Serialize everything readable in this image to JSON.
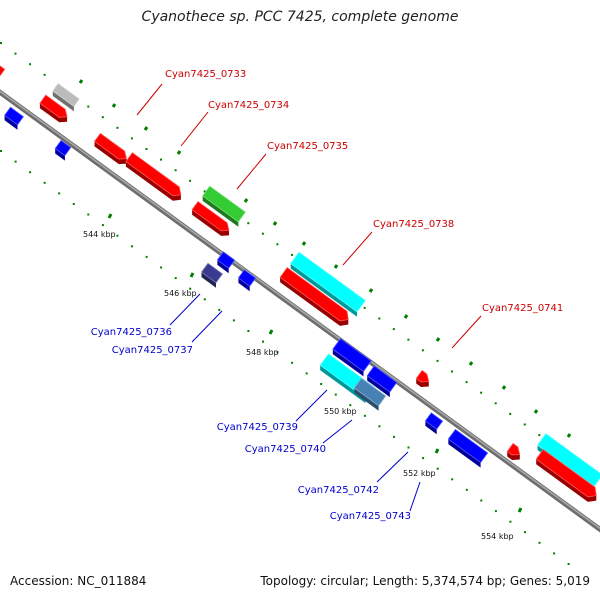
{
  "title": "Cyanothece sp. PCC 7425, complete genome",
  "footer": {
    "accession": "Accession: NC_011884",
    "topology": "Topology: circular; Length: 5,374,574 bp; Genes: 5,019"
  },
  "colors": {
    "backbone": "#808080",
    "forward_cds": "#ff0000",
    "reverse_cds": "#0000ff",
    "forward_rna": "#00ffff",
    "forward_label": "#cc0000",
    "reverse_label": "#0000cc",
    "tick_label": "#111111",
    "tick_mark": "#008000",
    "other_gene": "#bbbbbb",
    "green_gene": "#33cc33",
    "violet_gene": "#3a3a90",
    "steel_gene": "#4682b4"
  },
  "ticks": [
    {
      "label": "544 kbp"
    },
    {
      "label": "546 kbp"
    },
    {
      "label": "548 kbp"
    },
    {
      "label": "550 kbp"
    },
    {
      "label": "552 kbp"
    },
    {
      "label": "554 kbp"
    }
  ],
  "gene_labels": [
    {
      "text": "Cyan7425_0733",
      "strand": "forward"
    },
    {
      "text": "Cyan7425_0734",
      "strand": "forward"
    },
    {
      "text": "Cyan7425_0735",
      "strand": "forward"
    },
    {
      "text": "Cyan7425_0738",
      "strand": "forward"
    },
    {
      "text": "Cyan7425_0741",
      "strand": "forward"
    },
    {
      "text": "Cyan7425_0736",
      "strand": "reverse"
    },
    {
      "text": "Cyan7425_0737",
      "strand": "reverse"
    },
    {
      "text": "Cyan7425_0739",
      "strand": "reverse"
    },
    {
      "text": "Cyan7425_0740",
      "strand": "reverse"
    },
    {
      "text": "Cyan7425_0742",
      "strand": "reverse"
    },
    {
      "text": "Cyan7425_0743",
      "strand": "reverse"
    }
  ]
}
